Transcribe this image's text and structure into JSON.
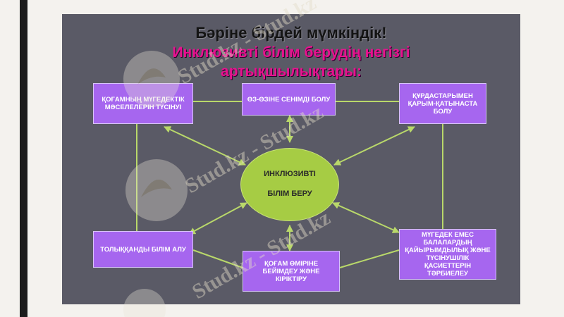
{
  "slide": {
    "title_line1": "Бәріне бірдей мүмкіндік!",
    "title_line2": "Инклюзивті білім берудің негізгі",
    "title_line3": "артықшылықтары:"
  },
  "diagram": {
    "center_line1": "ИНКЛЮЗИВТІ",
    "center_line2": "БІЛІМ БЕРУ",
    "boxes": {
      "top_left": "ҚОҒАМНЫҢ МҮГЕДЕКТІК МӘСЕЛЕЛЕРІН ТҮСІНУІ",
      "top_center": "ӨЗ-ӨЗІНЕ СЕНІМДІ БОЛУ",
      "top_right": "ҚҰРДАСТАРЫМЕН ҚАРЫМ-ҚАТЫНАСТА БОЛУ",
      "bottom_left": "ТОЛЫҚҚАНДЫ БІЛІМ АЛУ",
      "bottom_center": "ҚОҒАМ ӨМІРІНЕ БЕЙІМДЕУ ЖӘНЕ КІРІКТІРУ",
      "bottom_right": "МҮГЕДЕК ЕМЕС БАЛАЛАРДЫҢ ҚАЙЫРЫМДЫЛЫҚ ЖӘНЕ ТҮСІНУШІЛІК ҚАСИЕТТЕРІН ТӘРБИЕЛЕУ"
    }
  },
  "colors": {
    "slide_background": "#5a5a66",
    "box_fill": "#a666ef",
    "center_fill": "#a6cc44",
    "connector": "#b9d86a",
    "title_dark": "#141414",
    "title_accent": "#e8118f"
  },
  "watermark": {
    "text": "Stud.kz - Stud.kz"
  }
}
